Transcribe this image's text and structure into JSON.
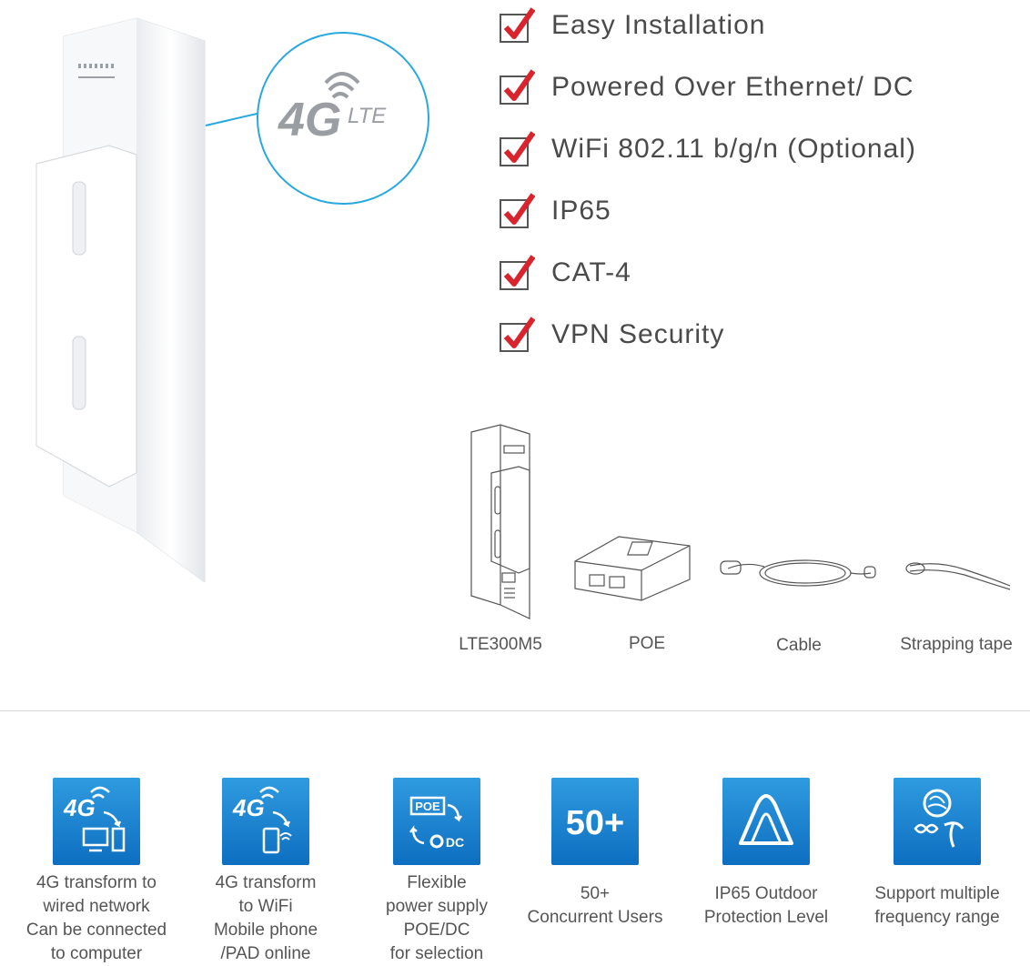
{
  "badge": {
    "text_4g": "4G",
    "text_lte": "LTE"
  },
  "features": [
    {
      "label": "Easy Installation"
    },
    {
      "label": "Powered Over Ethernet/ DC"
    },
    {
      "label": "WiFi 802.11 b/g/n (Optional)"
    },
    {
      "label": "IP65"
    },
    {
      "label": "CAT-4"
    },
    {
      "label": "VPN Security"
    }
  ],
  "package": [
    {
      "label": "LTE300M5"
    },
    {
      "label": "POE"
    },
    {
      "label": "Cable"
    },
    {
      "label": "Strapping tape"
    }
  ],
  "icons": [
    {
      "tile_text": "4G",
      "caption": [
        "4G transform to",
        "wired network",
        "Can be connected",
        "to computer"
      ]
    },
    {
      "tile_text": "4G",
      "caption": [
        "4G transform",
        "to WiFi",
        "Mobile phone",
        "/PAD online"
      ]
    },
    {
      "tile_text_top": "POE",
      "tile_text_bottom": "DC",
      "caption": [
        "Flexible",
        "power supply",
        "POE/DC",
        "for selection"
      ]
    },
    {
      "tile_text": "50+",
      "caption": [
        "50+",
        "Concurrent Users"
      ]
    },
    {
      "caption": [
        "IP65 Outdoor",
        "Protection Level"
      ]
    },
    {
      "caption": [
        "Support multiple",
        "frequency range"
      ]
    }
  ],
  "colors": {
    "accent": "#29a8df",
    "check": "#d9232d",
    "tile": "#1a84d0",
    "text": "#4a4a4a"
  }
}
